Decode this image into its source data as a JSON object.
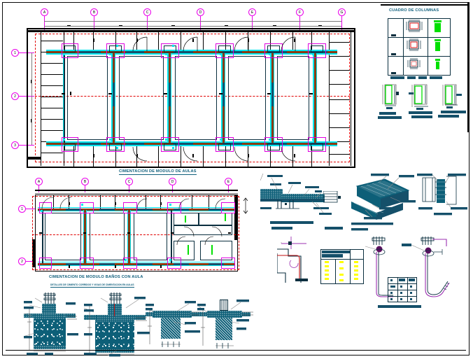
{
  "sheet": {
    "background": "#ffffff",
    "border_color": "#0a0a0a"
  },
  "palette": {
    "cyan_beam": "#00e5ee",
    "teal_text": "#11607d",
    "teal_fill": "#0d5f78",
    "brown_beam": "#8a3a10",
    "magenta_grid": "#ea00ea",
    "red_dashed": "#e00000",
    "green_column": "#00e000",
    "navy_line": "#0b2f3f",
    "purple_rebar": "#5a1060",
    "black": "#000000",
    "yellow_cell": "#ffff00"
  },
  "plans": {
    "upper": {
      "title": "CIMENTACION DE MODULO DE AULAS",
      "column_grid": [
        "A",
        "B",
        "C",
        "D",
        "E",
        "F",
        "G"
      ],
      "row_grid": [
        "1",
        "2",
        "3"
      ]
    },
    "lower": {
      "title": "CIMENTACION DE MODULO BAÑOS CON AULA",
      "column_grid": [
        "A",
        "B",
        "C",
        "D",
        "E"
      ],
      "row_grid": [
        "1",
        "2"
      ]
    }
  },
  "details": {
    "section_title": "DETALLES DE CIMIENTO CORRIDOS Y VIGAS DE CIMENTACION EN AULAS"
  },
  "column_schedule": {
    "title": "CUADRO DE COLUMNAS",
    "rows": [
      {
        "label": "C-1",
        "section": "column-section-c1",
        "elevation": "column-elevation-c1"
      },
      {
        "label": "C-2",
        "section": "column-section-c2",
        "elevation": "column-elevation-c2"
      },
      {
        "label": "C-3",
        "section": "column-section-c3",
        "elevation": "column-elevation-c3"
      }
    ]
  },
  "column_details": {
    "caption": "DETALLE DE COLUMNAS",
    "items": [
      "C-1",
      "C-2",
      "C-3"
    ]
  }
}
